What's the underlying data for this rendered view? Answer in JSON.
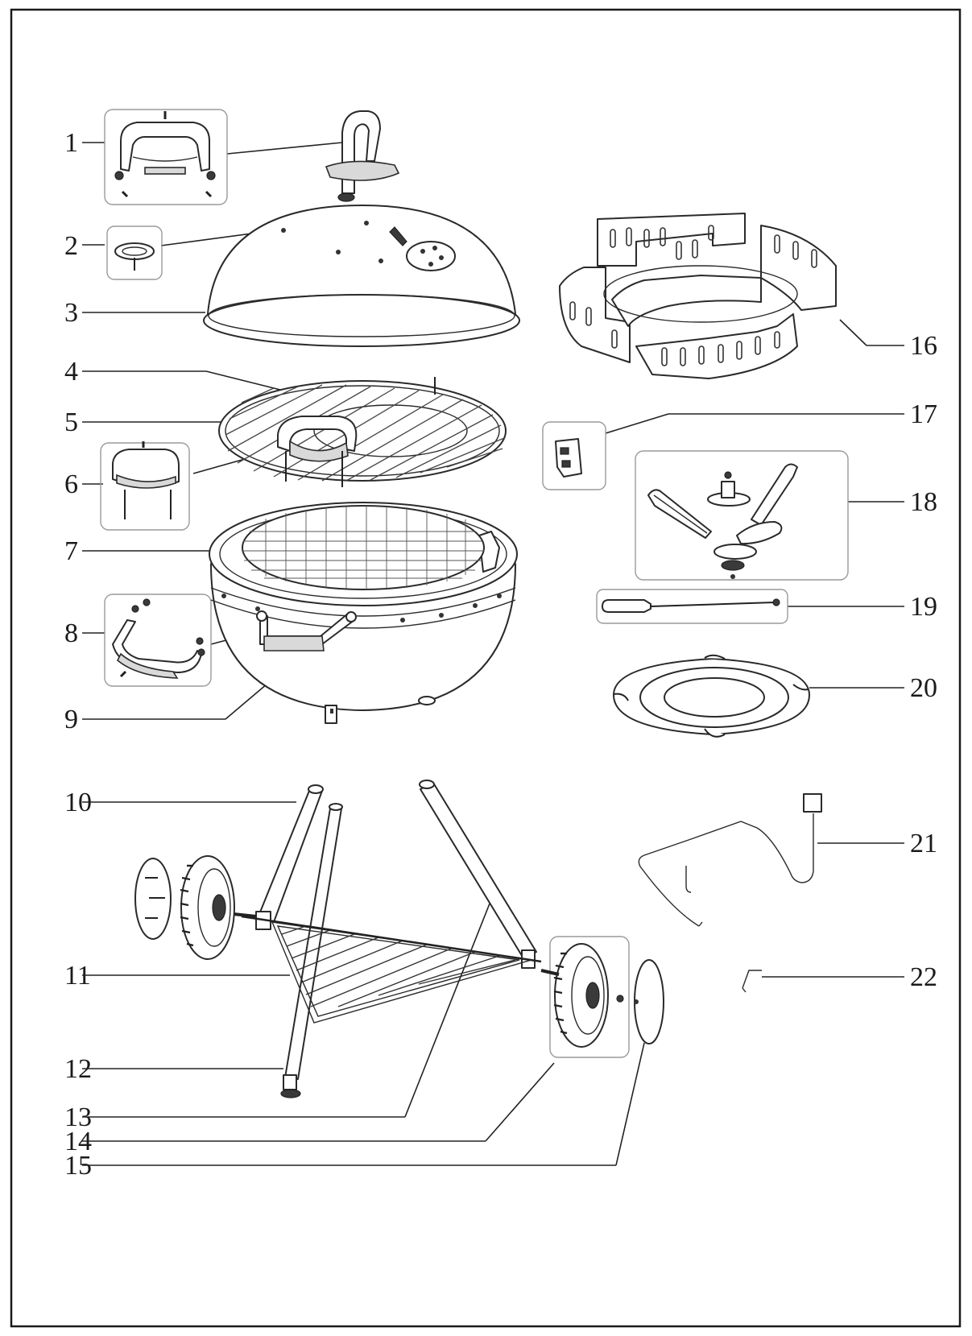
{
  "diagram": {
    "part_numbers": [
      "1",
      "2",
      "3",
      "4",
      "5",
      "6",
      "7",
      "8",
      "9",
      "10",
      "11",
      "12",
      "13",
      "14",
      "15",
      "16",
      "17",
      "18",
      "19",
      "20",
      "21",
      "22"
    ]
  },
  "colors": {
    "frame": "#1a1a1a",
    "line": "#222222",
    "inset_border": "#9a9a9a",
    "background": "#ffffff"
  }
}
